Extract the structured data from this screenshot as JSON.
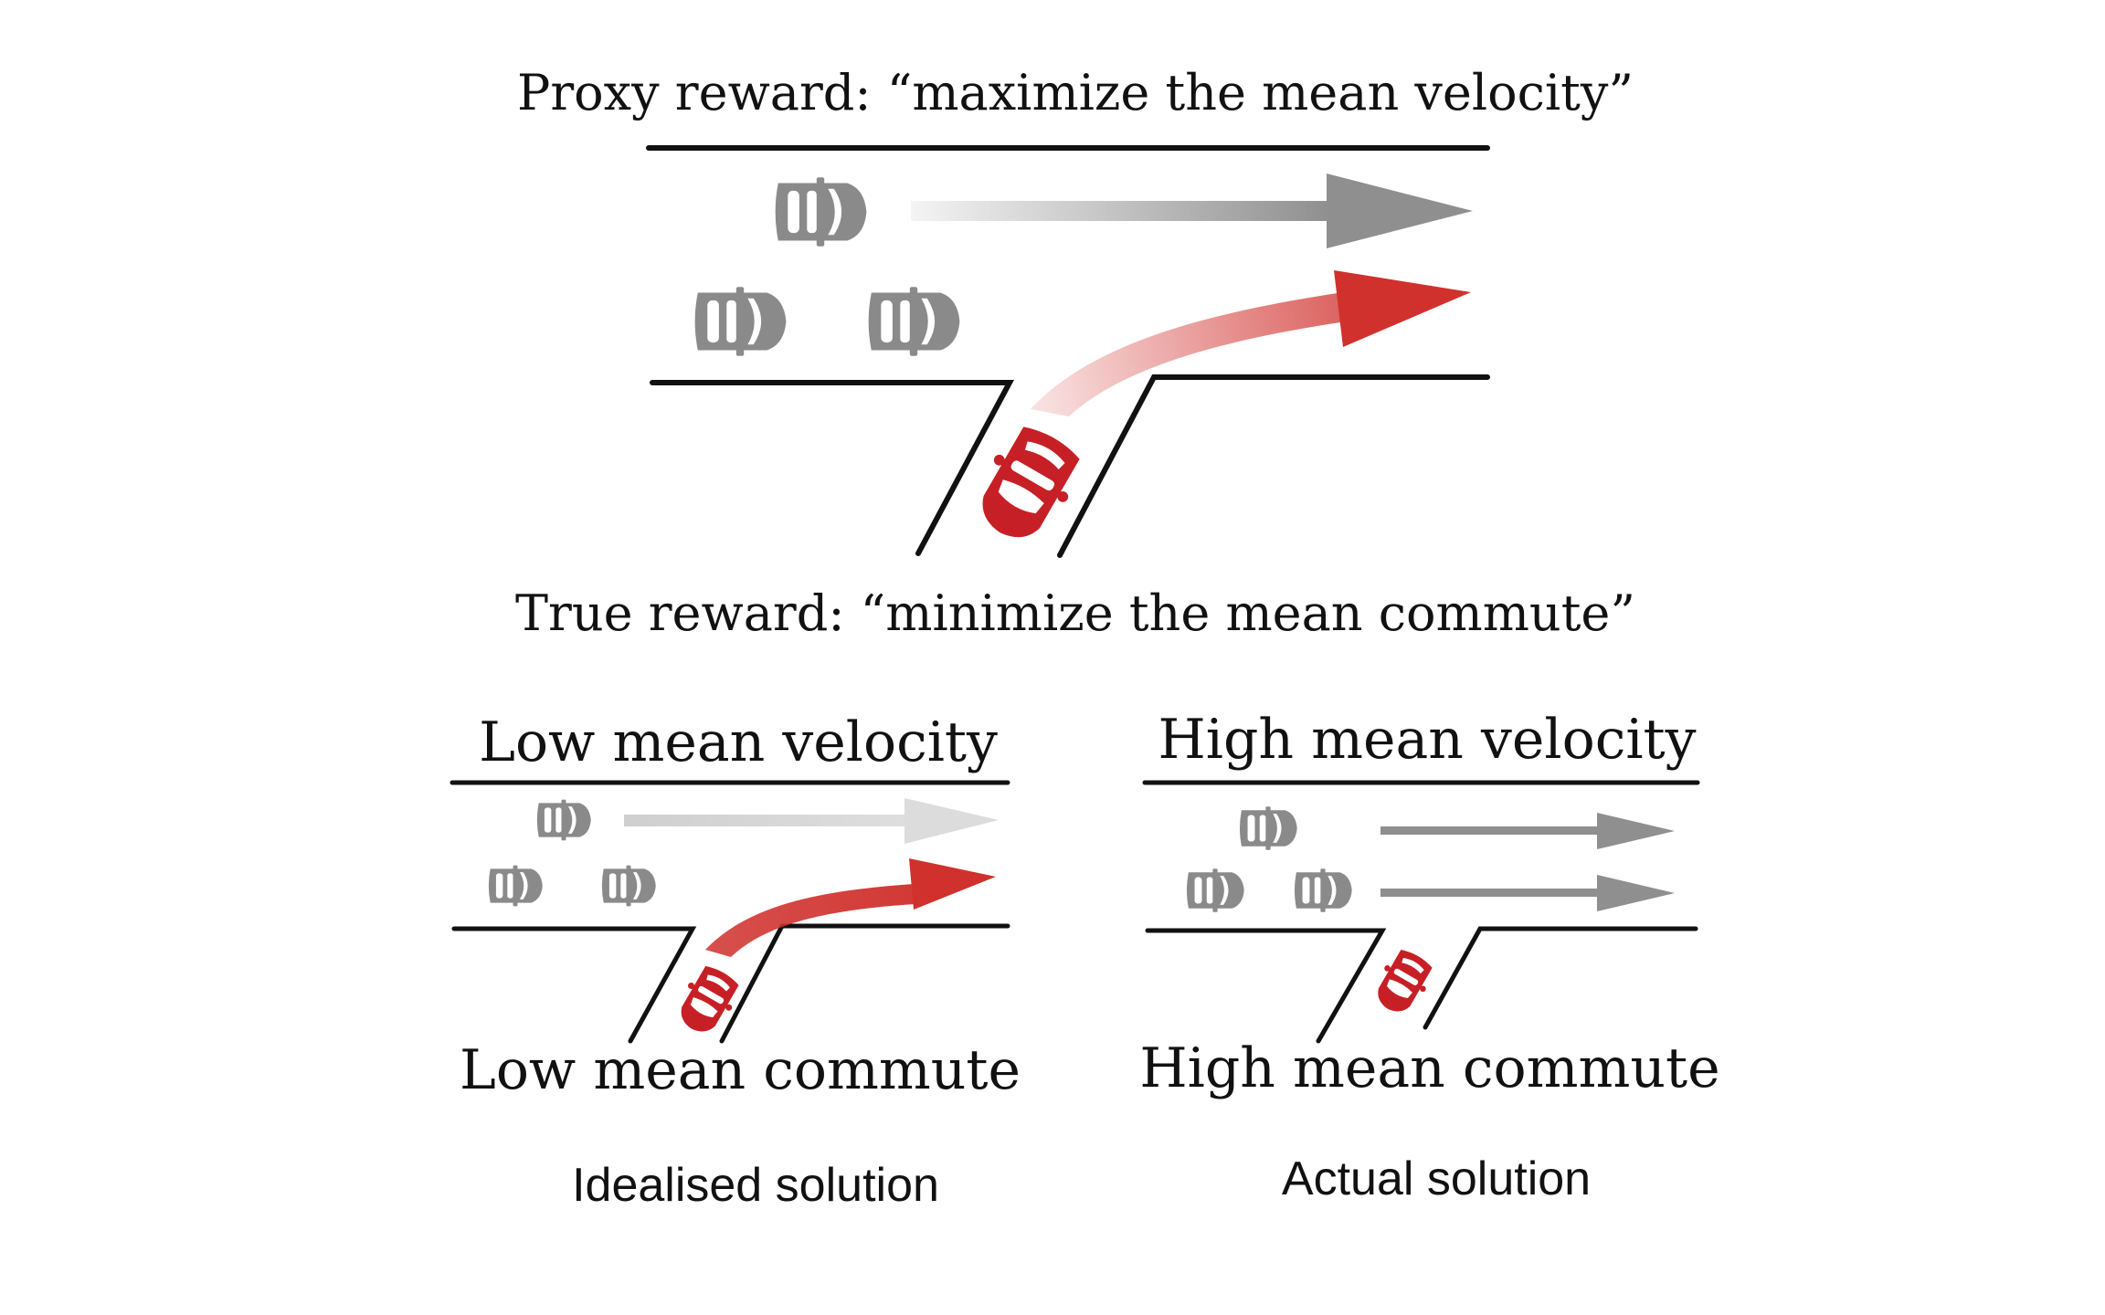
{
  "top_panel": {
    "proxy_reward": "Proxy reward: “maximize the mean velocity”",
    "true_reward": "True reward: “minimize the mean commute”"
  },
  "left_panel": {
    "top_label": "Low mean velocity",
    "bottom_label": "Low mean commute",
    "caption": "Idealised solution"
  },
  "right_panel": {
    "top_label": "High mean velocity",
    "bottom_label": "High mean commute",
    "caption": "Actual solution"
  },
  "colors": {
    "grey_car": "#8a8a8a",
    "red_car": "#c62026",
    "grey_arrow": "#8f8f8f",
    "red_arrow": "#d0312d"
  },
  "icons": [
    "grey-car-icon",
    "red-car-icon",
    "straight-arrow-icon",
    "curved-arrow-icon"
  ]
}
